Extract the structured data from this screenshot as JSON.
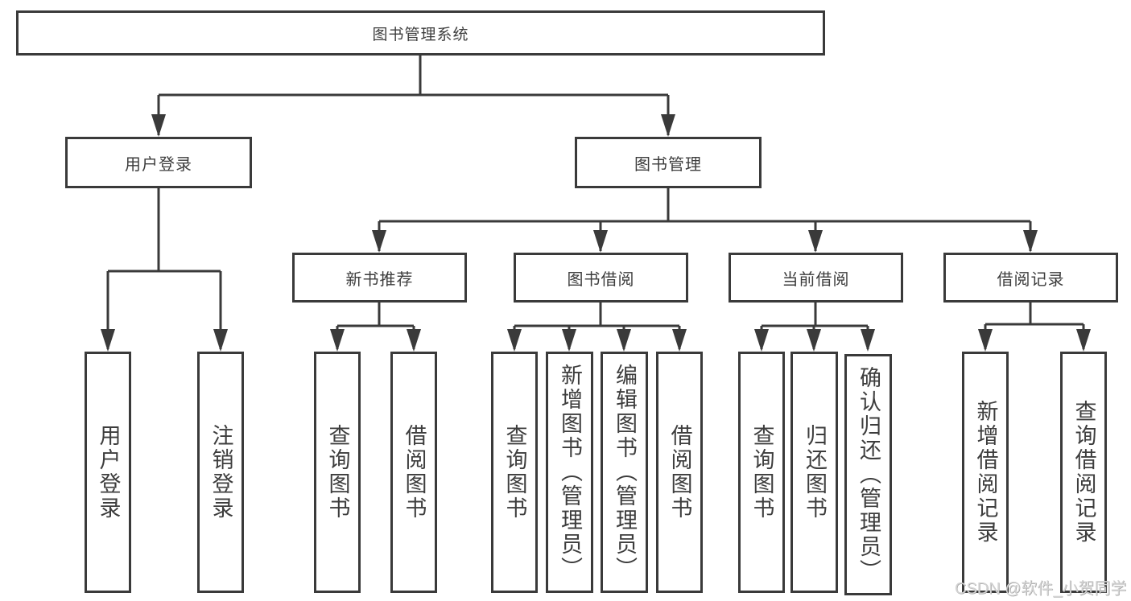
{
  "colors": {
    "line": "#3a3a3a",
    "box_border": "#3a3a3a",
    "box_background": "#ffffff",
    "text": "#3d3d3d",
    "watermark_text_color": "#d2d2d2",
    "background": "#ffffff"
  },
  "watermark": {
    "text": "CSDN @软件_小贺同学"
  },
  "nodes": {
    "root": {
      "label": "图书管理系统"
    },
    "user_login": {
      "label": "用户登录"
    },
    "book_mgmt": {
      "label": "图书管理"
    },
    "new_books": {
      "label": "新书推荐"
    },
    "book_borrow": {
      "label": "图书借阅"
    },
    "current_borrow": {
      "label": "当前借阅"
    },
    "borrow_records": {
      "label": "借阅记录"
    },
    "leaf_user_login": {
      "label": "用户登录"
    },
    "leaf_logout": {
      "label": "注销登录"
    },
    "leaf_nb_query": {
      "label": "查询图书"
    },
    "leaf_nb_borrow": {
      "label": "借阅图书"
    },
    "leaf_bb_query": {
      "label": "查询图书"
    },
    "leaf_bb_add": {
      "label": "新增图书（管理员）"
    },
    "leaf_bb_edit": {
      "label": "编辑图书（管理员）"
    },
    "leaf_bb_borrow": {
      "label": "借阅图书"
    },
    "leaf_cb_query": {
      "label": "查询图书"
    },
    "leaf_cb_return": {
      "label": "归还图书"
    },
    "leaf_cb_confirm": {
      "label": "确认归还（管理员）"
    },
    "leaf_br_add": {
      "label": "新增借阅记录"
    },
    "leaf_br_query": {
      "label": "查询借阅记录"
    }
  }
}
